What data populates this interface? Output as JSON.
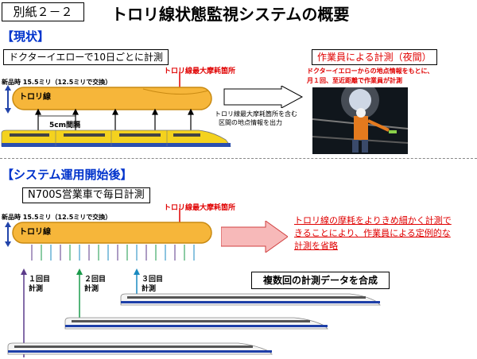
{
  "header": {
    "tag": "別紙２－２",
    "title": "トロリ線状態監視システムの概要"
  },
  "current": {
    "heading": "【現状】",
    "measure_box": "ドクターイエローで10日ごとに計測",
    "max_wear": "トロリ線最大摩耗箇所",
    "new_spec": "新品時 15.5ミリ（12.5ミリで交換）",
    "wire_label": "トロリ線",
    "interval": "5cm間隔",
    "output_note_1": "トロリ線最大摩耗箇所を含む",
    "output_note_2": "区間の地点情報を出力",
    "worker_box": "作業員による計測（夜間）",
    "worker_note_1": "ドクターイエローからの地点情報をもとに、",
    "worker_note_2": "月１回、至近距離で作業員が計測"
  },
  "after": {
    "heading": "【システム運用開始後】",
    "measure_box": "N700S営業車で毎日計測",
    "max_wear": "トロリ線最大摩耗箇所",
    "new_spec": "新品時 15.5ミリ（12.5ミリで交換）",
    "wire_label": "トロリ線",
    "result_1": "トロリ線の摩耗をよりきめ細かく計測で",
    "result_2": "きることにより、作業員による定例的な",
    "result_3": "計測を省略",
    "combine_box": "複数回の計測データを合成",
    "run1": "１回目\n計測",
    "run2": "２回目\n計測",
    "run3": "３回目\n計測"
  }
}
